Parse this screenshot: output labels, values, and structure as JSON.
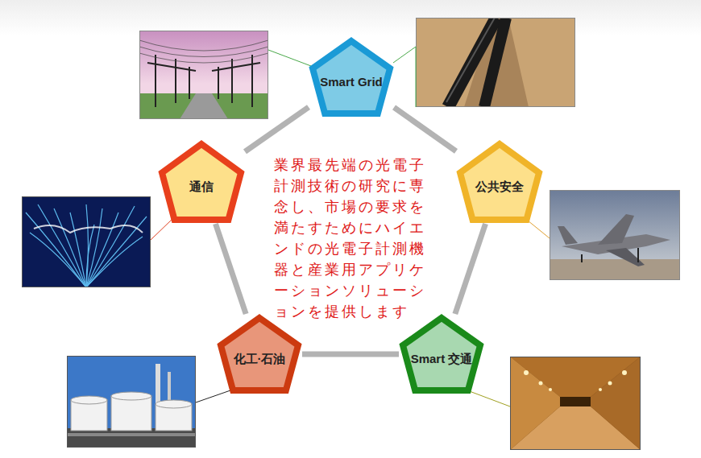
{
  "diagram": {
    "nodes": [
      {
        "text": [
          "Smart Grid"
        ]
      },
      {
        "text": [
          "通信"
        ]
      },
      {
        "text": [
          "公共安全"
        ]
      },
      {
        "text": [
          "化工·石油"
        ]
      },
      {
        "text": [
          "Smart 交通"
        ]
      }
    ],
    "edges": [
      {
        "from": 0,
        "to": 2,
        "arrow": "none"
      },
      {
        "from": 2,
        "to": 4,
        "arrow": "none"
      },
      {
        "from": 4,
        "to": 3,
        "arrow": "none"
      },
      {
        "from": 3,
        "to": 1,
        "arrow": "none"
      },
      {
        "from": 1,
        "to": 0,
        "arrow": "none"
      }
    ],
    "labels": [
      "業界最先端の光電子計測技術の研究に専念し、市場の要求を満たすためにハイエンドの光電子計測機器と産業用アプリケーションソリューションを提供します"
    ]
  }
}
